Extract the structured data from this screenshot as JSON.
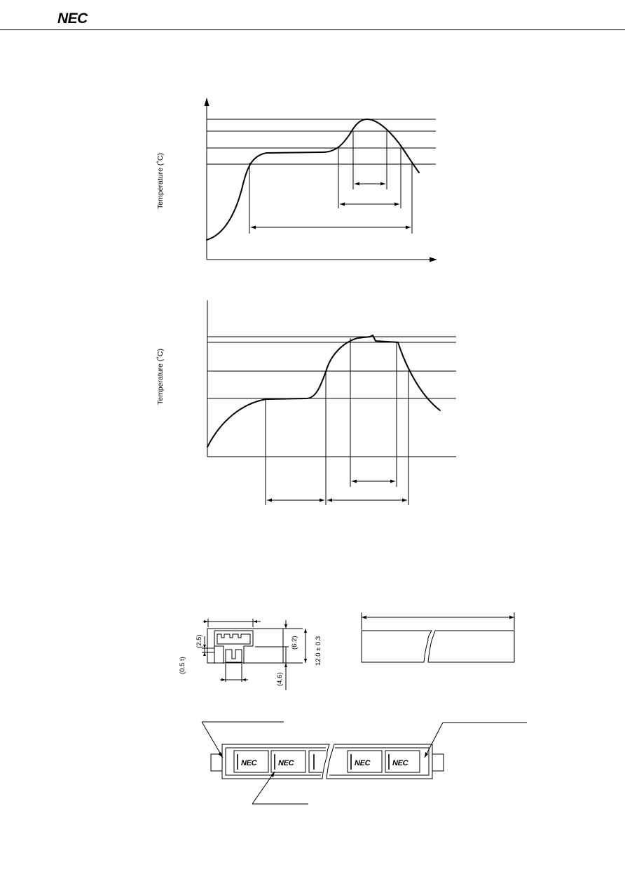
{
  "header": {
    "logo_text": "NEC"
  },
  "chart_top": {
    "ylabel": "Temperature (˚C)"
  },
  "chart_bottom": {
    "ylabel": "Temperature (˚C)"
  },
  "dimensions": {
    "d_2_5": "(2.5)",
    "d_0_5t": "(0.5 t)",
    "d_6_2": "(6.2)",
    "d_4_6": "(4.6)",
    "d_12": "12.0 ± 0.3"
  },
  "tape": {
    "chip_label": "NEC"
  }
}
